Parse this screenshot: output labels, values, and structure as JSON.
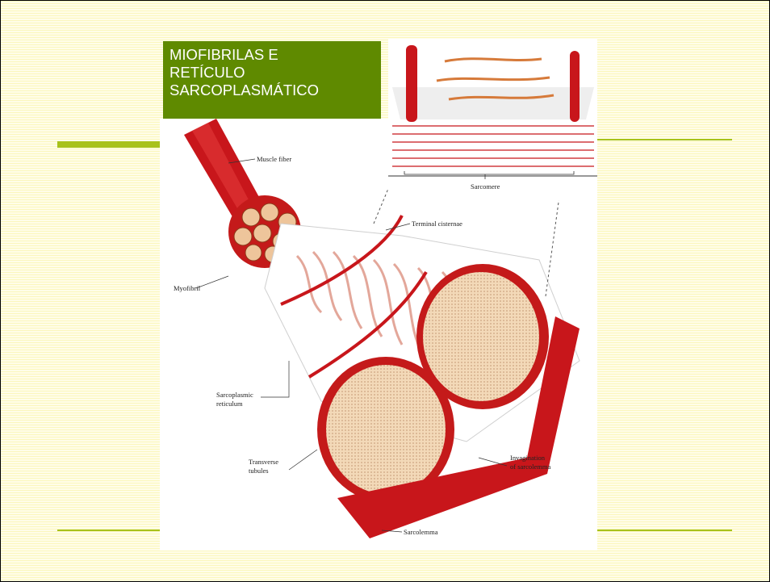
{
  "slide": {
    "title_lines": [
      "MIOFIBRILAS E",
      "RETÍCULO",
      "SARCOPLASMÁTICO"
    ],
    "colors": {
      "title_bg": "#5f8a00",
      "accent_line": "#a8c21a",
      "muscle_red": "#d01a1a",
      "myofibril_tan": "#f1d7b5"
    }
  },
  "figure": {
    "labels": {
      "muscle_fiber": "Muscle fiber",
      "myofibril": "Myofibril",
      "terminal_cisternae": "Terminal cisternae",
      "sarcomere": "Sarcomere",
      "sarcoplasmic": "Sarcoplasmic",
      "reticulum": "reticulum",
      "transverse": "Transverse",
      "tubules": "tubules",
      "invagination": "Invagination",
      "of_sarcolemma": "of sarcolemma",
      "sarcolemma": "Sarcolemma"
    }
  }
}
